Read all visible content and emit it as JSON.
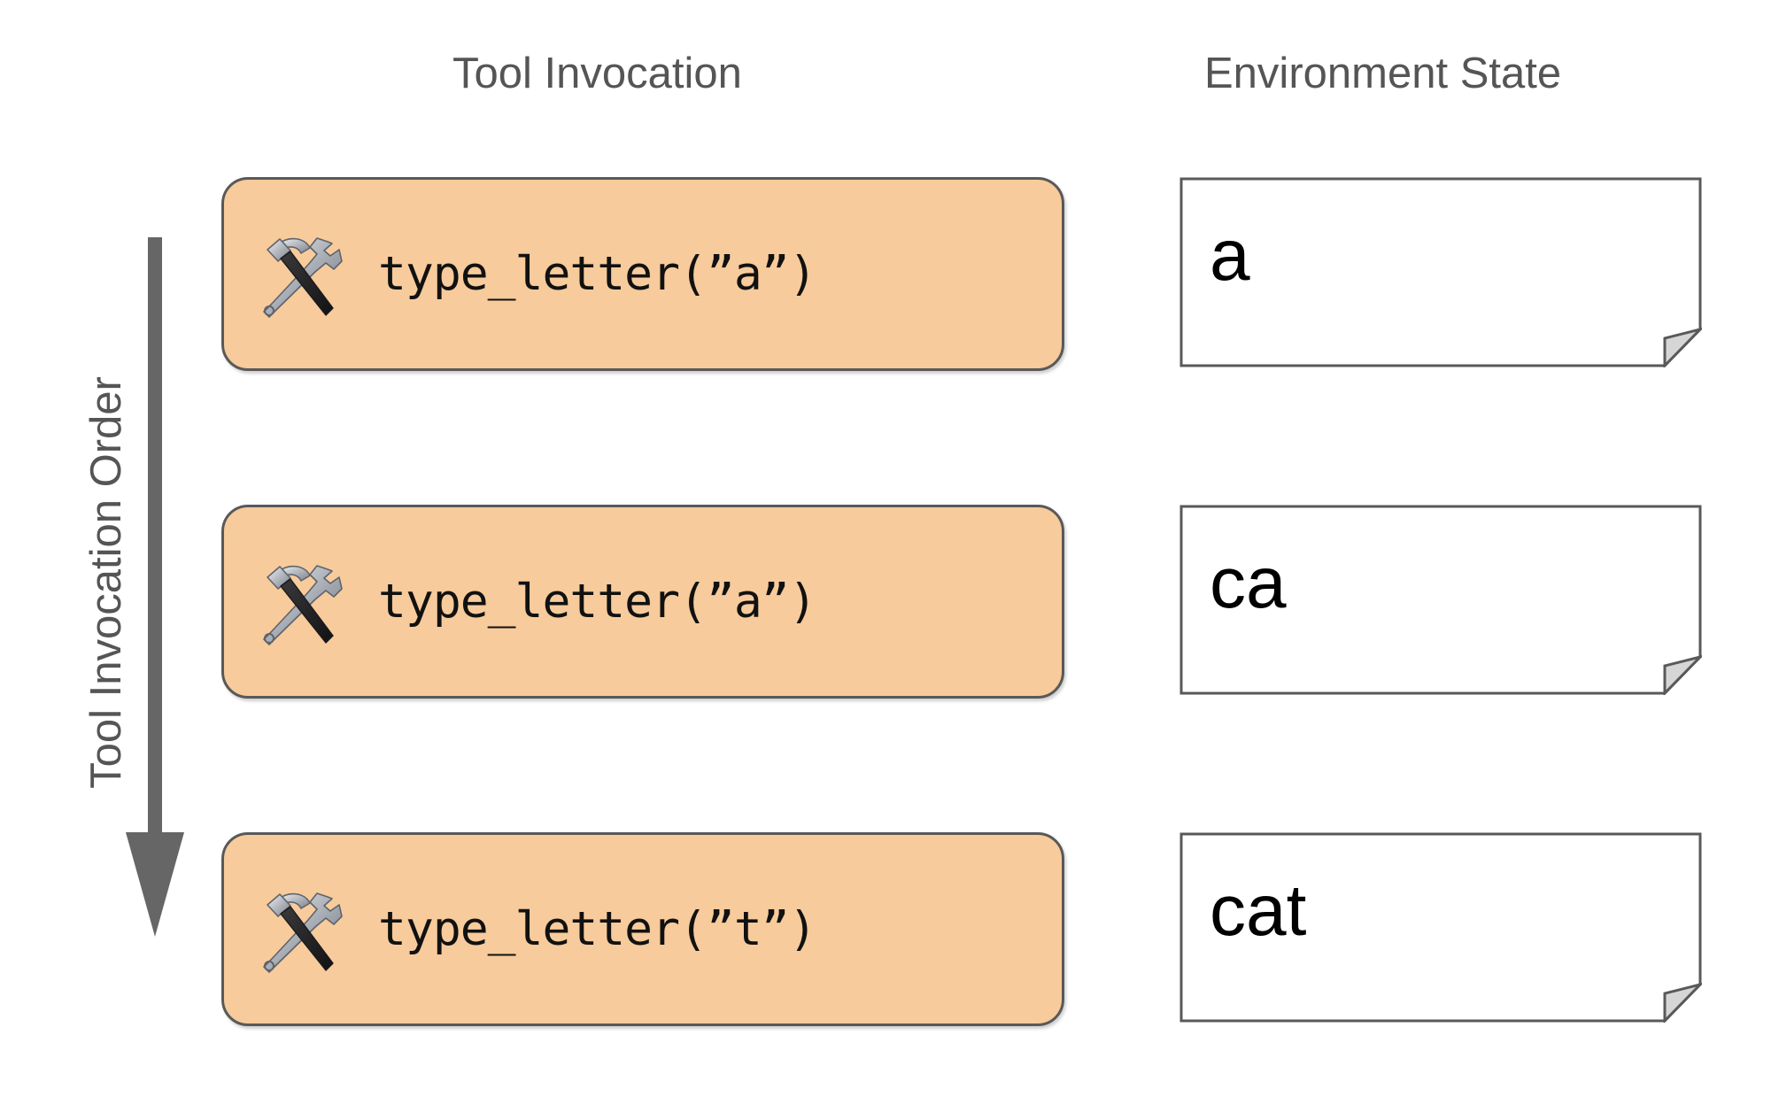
{
  "columns": {
    "tool_invocation": "Tool Invocation",
    "environment_state": "Environment State"
  },
  "axis": {
    "label": "Tool Invocation Order",
    "direction": "down",
    "arrow_icon": "down-arrow-icon"
  },
  "colors": {
    "card_fill": "#f7cb9b",
    "card_border": "#595959",
    "note_fill": "#ffffff",
    "note_border": "#595959",
    "note_fold": "#d6d6d6",
    "header_text": "#555555",
    "body_text": "#111111",
    "arrow": "#666666",
    "background": "#ffffff"
  },
  "rows": [
    {
      "tool_icon": "hammer-and-wrench-icon",
      "tool_call": "type_letter(”a”)",
      "env_state": "a"
    },
    {
      "tool_icon": "hammer-and-wrench-icon",
      "tool_call": "type_letter(”a”)",
      "env_state": "ca"
    },
    {
      "tool_icon": "hammer-and-wrench-icon",
      "tool_call": "type_letter(”t”)",
      "env_state": "cat"
    }
  ]
}
